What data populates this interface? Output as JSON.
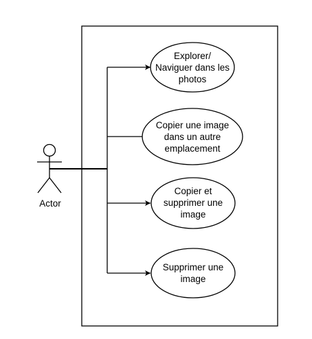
{
  "actor": {
    "label": "Actor"
  },
  "use_cases": [
    {
      "label": "Explorer/\nNaviguer dans les\nphotos"
    },
    {
      "label": "Copier une image\ndans un autre\nemplacement"
    },
    {
      "label": "Copier et\nsupprimer une\nimage"
    },
    {
      "label": "Supprimer une\nimage"
    }
  ],
  "colors": {
    "stroke": "#000000",
    "fill": "#ffffff",
    "text": "#000000"
  }
}
